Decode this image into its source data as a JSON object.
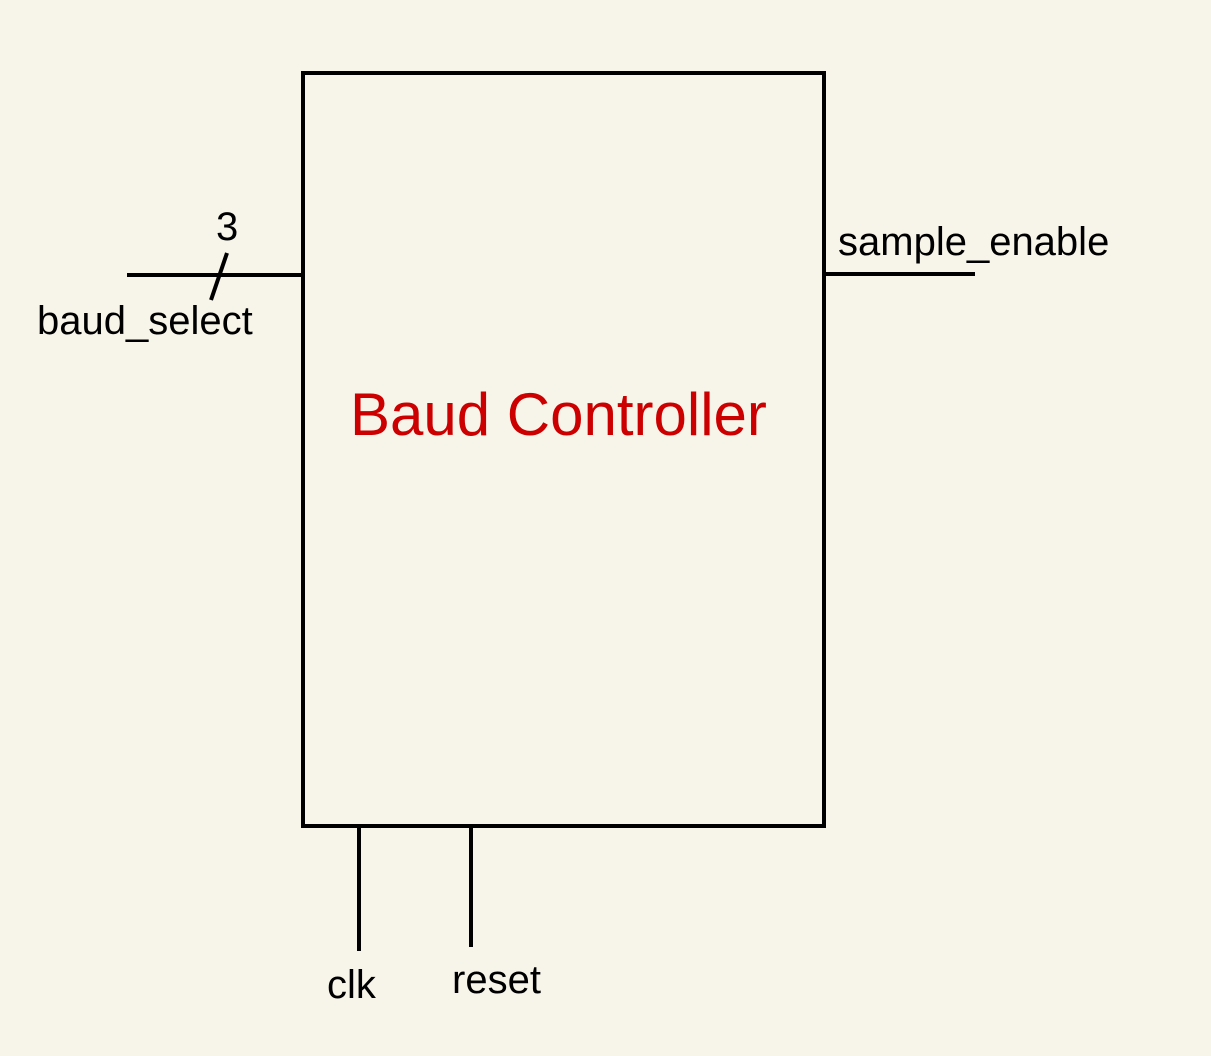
{
  "colors": {
    "background": "#f7f5ea",
    "stroke": "#000000",
    "block_title": "#cc0000"
  },
  "block": {
    "title": "Baud Controller"
  },
  "ports": {
    "baud_select": {
      "label": "baud_select",
      "bus_width": "3",
      "direction": "input"
    },
    "sample_enable": {
      "label": "sample_enable",
      "direction": "output"
    },
    "clk": {
      "label": "clk",
      "direction": "input"
    },
    "reset": {
      "label": "reset",
      "direction": "input"
    }
  }
}
